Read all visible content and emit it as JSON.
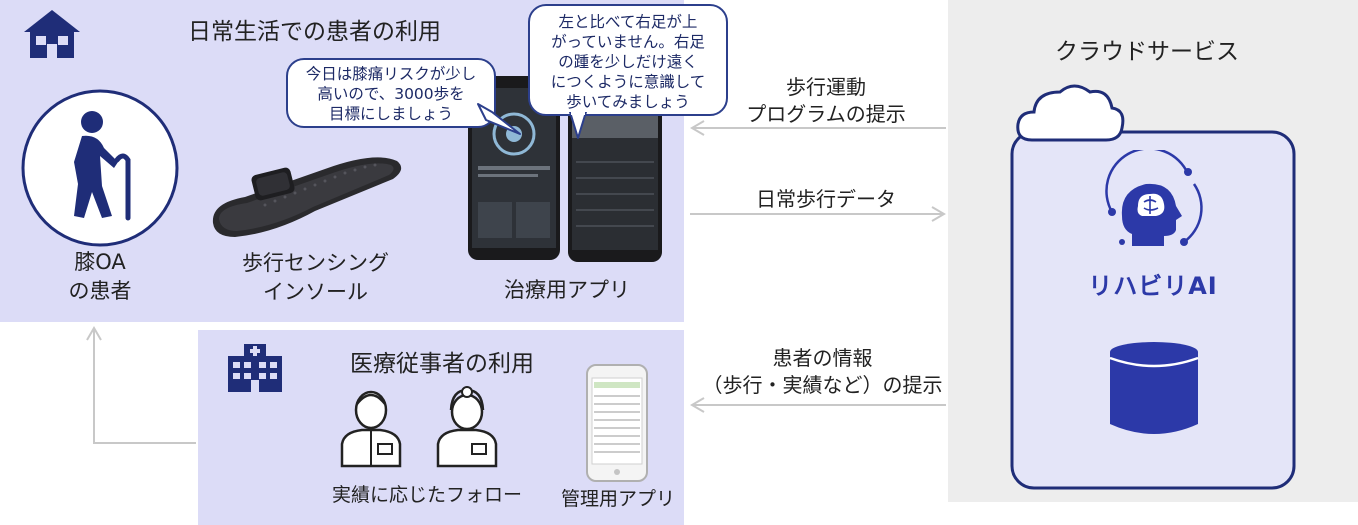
{
  "daily": {
    "title": "日常生活での患者の利用",
    "patient_label_line1": "膝OA",
    "patient_label_line2": "の患者",
    "insole_line1": "歩行センシング",
    "insole_line2": "インソール",
    "app_label": "治療用アプリ",
    "bubble1_line1": "今日は膝痛リスクが少し",
    "bubble1_line2": "高いので、3000歩を",
    "bubble1_line3": "目標にしましょう",
    "bubble2_line1": "左と比べて右足が上",
    "bubble2_line2": "がっていません。右足",
    "bubble2_line3": "の踵を少しだけ遠く",
    "bubble2_line4": "につくように意識して",
    "bubble2_line5": "歩いてみましょう"
  },
  "medical": {
    "title": "医療従事者の利用",
    "follow_label": "実績に応じたフォロー",
    "admin_app_label": "管理用アプリ"
  },
  "cloud": {
    "title": "クラウドサービス",
    "ai_name": "リハビリAI"
  },
  "arrows": {
    "program_line1": "歩行運動",
    "program_line2": "プログラムの提示",
    "walk_data": "日常歩行データ",
    "patient_info_line1": "患者の情報",
    "patient_info_line2": "（歩行・実績など）の提示"
  },
  "colors": {
    "panel": "#dcdcf7",
    "navy": "#1f2d78",
    "ai_blue": "#2c39a8",
    "cloud_fill": "#e4e5f8"
  }
}
